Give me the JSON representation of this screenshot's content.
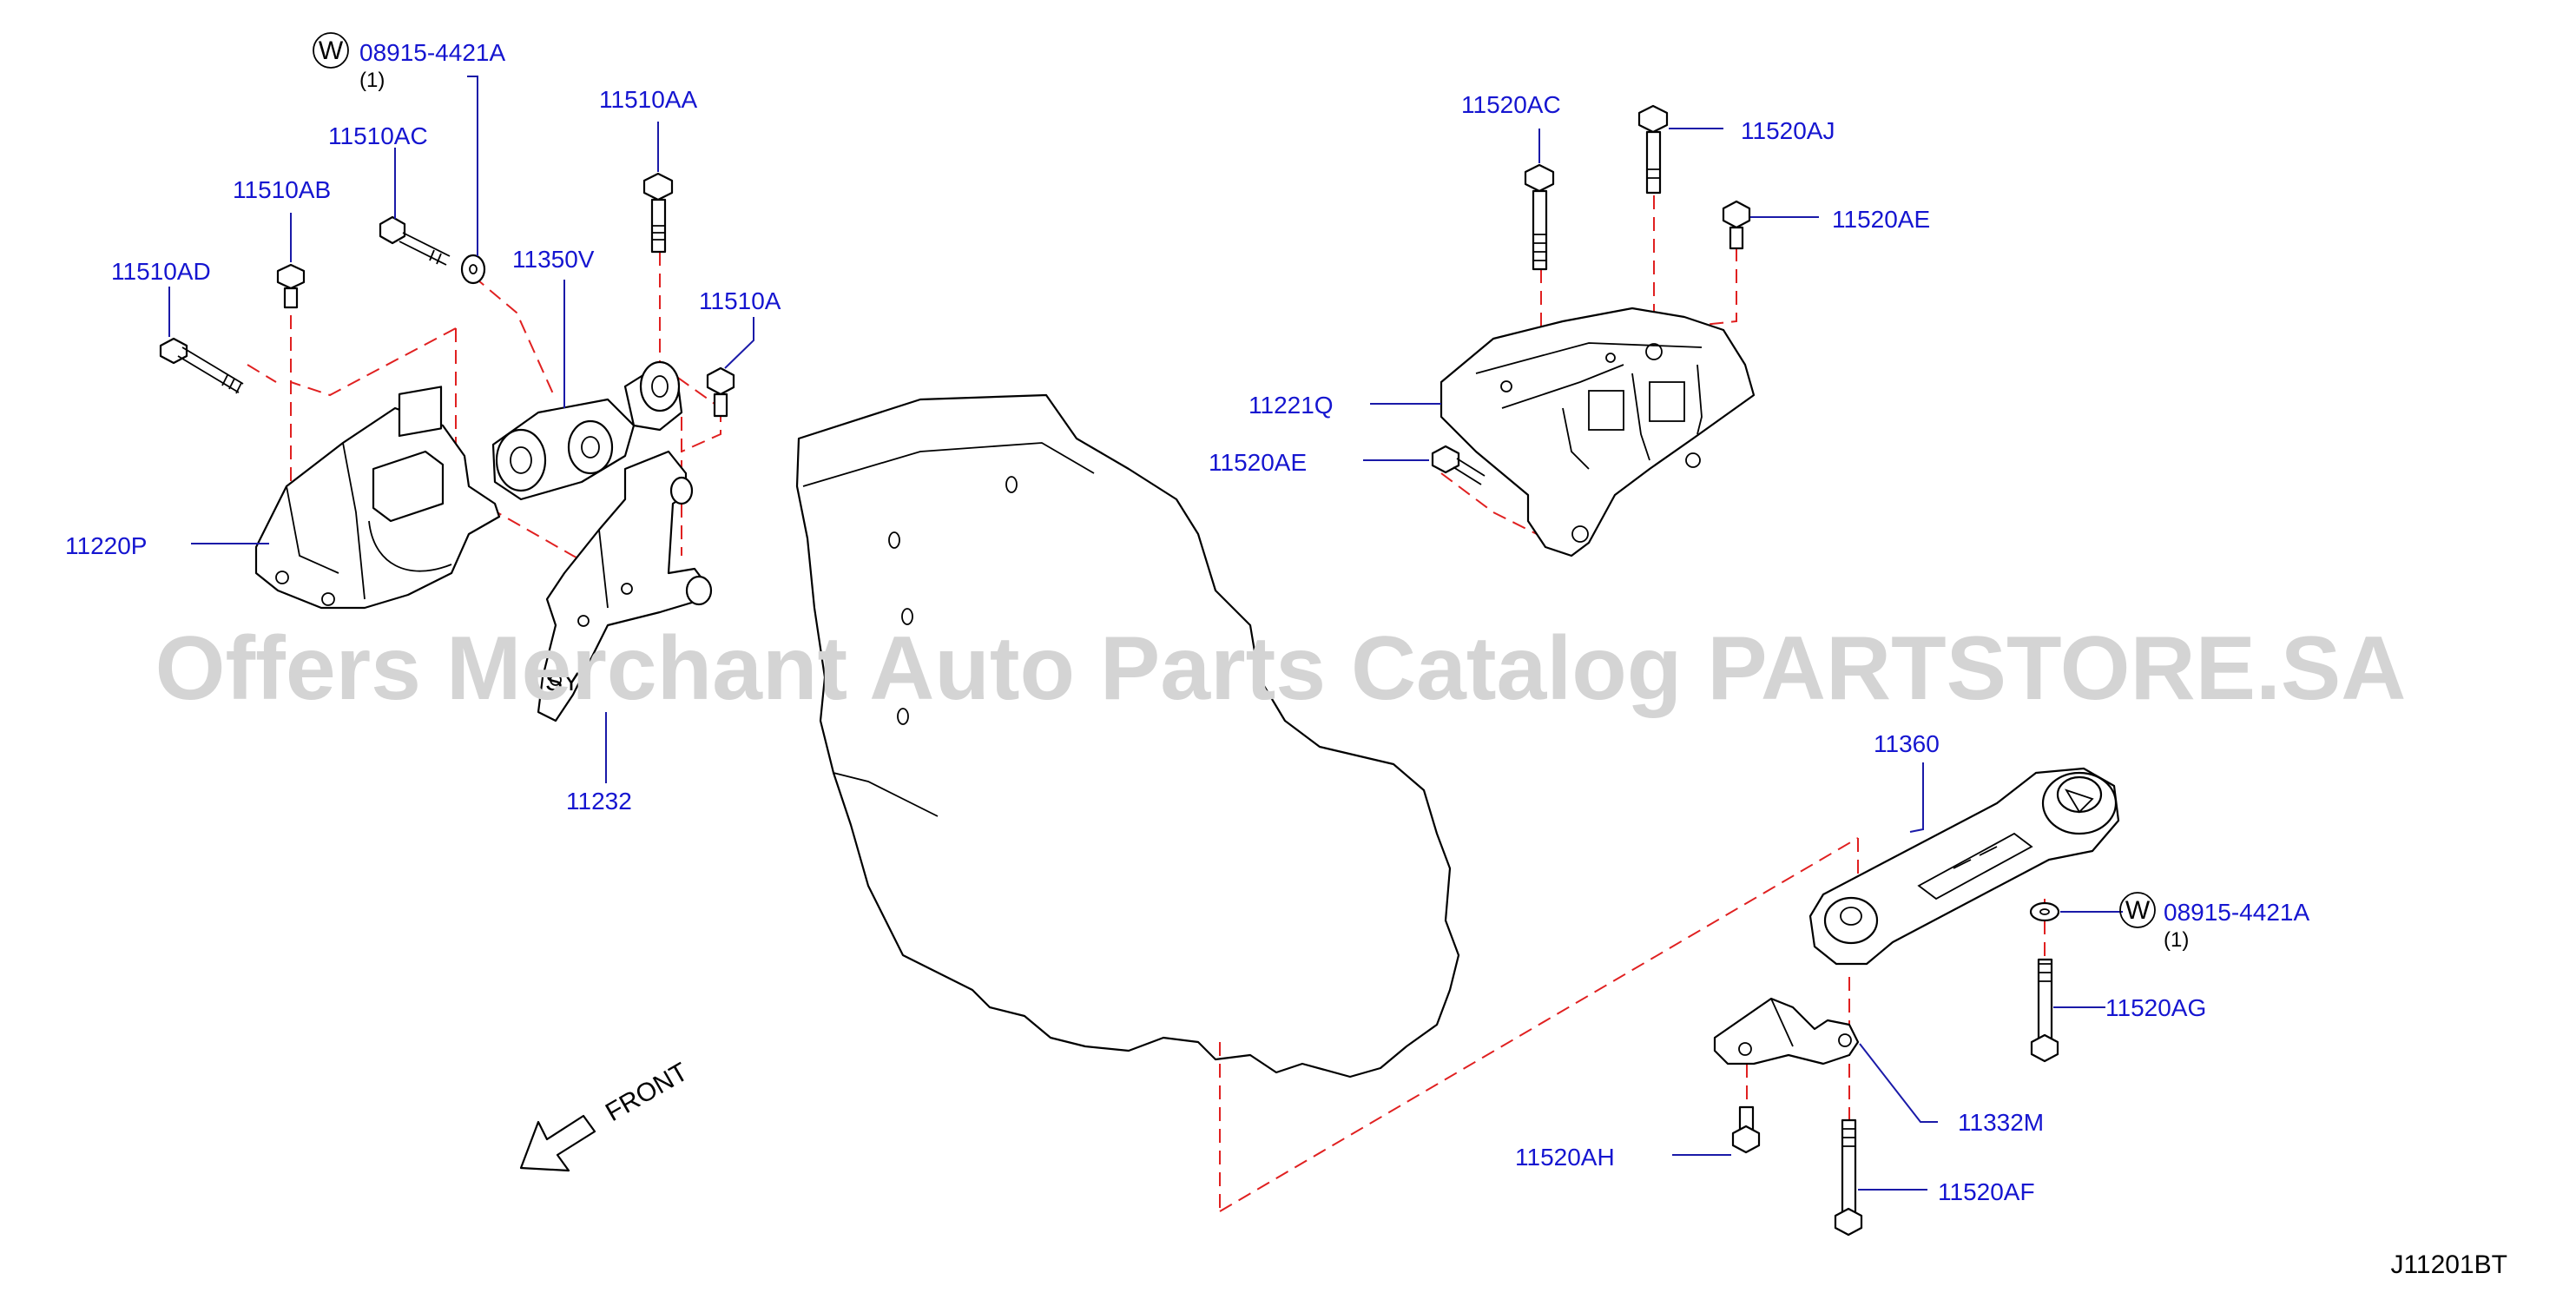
{
  "watermark": "Offers Merchant Auto Parts Catalog PARTSTORE.SA",
  "diagram_code": "J11201BT",
  "front_label": "FRONT",
  "washer_symbol": "W",
  "colors": {
    "label": "#1515d0",
    "leader": "#1a1aa8",
    "dash": "#e02020",
    "watermark": "#d4d4d4",
    "outline": "#000000"
  },
  "labels": {
    "p_08915_4421A_top": "08915-4421A",
    "p_08915_4421A_top_qty": "(1)",
    "p_11510AC": "11510AC",
    "p_11510AB": "11510AB",
    "p_11510AD": "11510AD",
    "p_11510AA": "11510AA",
    "p_11350V": "11350V",
    "p_11510A": "11510A",
    "p_11220P": "11220P",
    "p_11232": "11232",
    "p_11520AC": "11520AC",
    "p_11520AJ": "11520AJ",
    "p_11520AE_top": "11520AE",
    "p_11221Q": "11221Q",
    "p_11520AE_low": "11520AE",
    "p_11360": "11360",
    "p_08915_4421A_right": "08915-4421A",
    "p_08915_4421A_right_qty": "(1)",
    "p_11520AG": "11520AG",
    "p_11332M": "11332M",
    "p_11520AH": "11520AH",
    "p_11520AF": "11520AF"
  }
}
